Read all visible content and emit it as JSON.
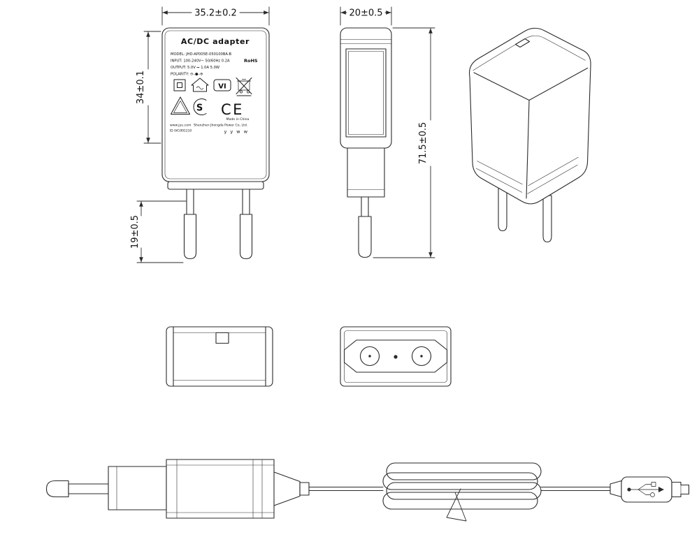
{
  "drawing": {
    "dimensions": {
      "front_width": "35.2±0.2",
      "label_height": "34±0.1",
      "pin_length": "19±0.5",
      "side_depth": "20±0.5",
      "overall_height": "71.5±0.5"
    },
    "label": {
      "title": "AC/DC  adapter",
      "model_line": "MODEL: JHD-AP005E-050100BA-B",
      "input_line": "INPUT: 100-240V~  50/60Hz  0.2A",
      "rohs_mark": "RoHS",
      "output_line": "OUTPUT: 5.0V ⎓ 1.0A  5.0W",
      "polarity_line": "POLARITY:  ⊖–●–⊕",
      "efficiency_mark": "VI",
      "ce_mark": "CE",
      "made_in": "Made in China",
      "website": "www.jyu.com",
      "company": "Shenzhen Jhongda Power Co, Ltd.",
      "id_line": "ID 041991210",
      "date_code": "y y w w"
    },
    "icons": [
      "class-ii-icon",
      "indoor-use-icon",
      "efficiency-vi-icon",
      "weee-bin-icon",
      "tuv-icon",
      "s-mark-icon",
      "ce-mark",
      "usb-icon",
      "cable-tie"
    ]
  }
}
